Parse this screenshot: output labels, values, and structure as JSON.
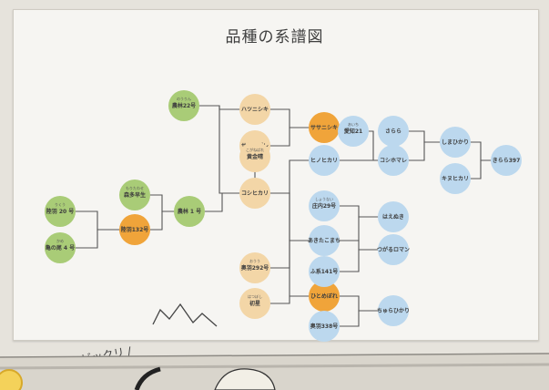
{
  "title": "品種の系譜図",
  "exclaim": "\\ ビックリ /",
  "colors": {
    "green": "#a9cc77",
    "orange": "#f0a43a",
    "peach": "#f3d6a7",
    "blue": "#bcd8ee",
    "line": "#555555"
  },
  "nodes": [
    {
      "label": "陸羽 20 号",
      "ruby": "りくう",
      "color": "green"
    },
    {
      "label": "亀の尾 4 号",
      "ruby": "かめ",
      "color": "green"
    },
    {
      "label": "森多早生",
      "ruby": "もりたわせ",
      "color": "green"
    },
    {
      "label": "陸羽132号",
      "ruby": "",
      "color": "orange"
    },
    {
      "label": "農林 1 号",
      "ruby": "",
      "color": "green"
    },
    {
      "label": "農林22号",
      "ruby": "のうりん",
      "color": "green"
    },
    {
      "label": "ハツニシキ",
      "ruby": "",
      "color": "peach"
    },
    {
      "label": "ササシグレ",
      "ruby": "",
      "color": "peach"
    },
    {
      "label": "ササニシキ",
      "ruby": "",
      "color": "orange"
    },
    {
      "label": "黄金晴",
      "ruby": "こがねばれ",
      "color": "peach"
    },
    {
      "label": "コシヒカリ",
      "ruby": "",
      "color": "peach"
    },
    {
      "label": "奥羽292号",
      "ruby": "おうう",
      "color": "peach"
    },
    {
      "label": "初星",
      "ruby": "はつぼし",
      "color": "peach"
    },
    {
      "label": "ひとめぼれ",
      "ruby": "",
      "color": "orange"
    },
    {
      "label": "奥羽338号",
      "ruby": "",
      "color": "blue"
    },
    {
      "label": "ちゅらひかり",
      "ruby": "",
      "color": "blue"
    },
    {
      "label": "ヒノヒカリ",
      "ruby": "",
      "color": "blue"
    },
    {
      "label": "愛知21",
      "ruby": "あいち",
      "color": "blue"
    },
    {
      "label": "さらら",
      "ruby": "",
      "color": "blue"
    },
    {
      "label": "コシホマレ",
      "ruby": "",
      "color": "blue"
    },
    {
      "label": "しまひかり",
      "ruby": "",
      "color": "blue"
    },
    {
      "label": "キヌヒカリ",
      "ruby": "",
      "color": "blue"
    },
    {
      "label": "きらら397",
      "ruby": "",
      "color": "blue"
    },
    {
      "label": "庄内29号",
      "ruby": "しょうない",
      "color": "blue"
    },
    {
      "label": "あきたこまち",
      "ruby": "",
      "color": "blue"
    },
    {
      "label": "ふ系141号",
      "ruby": "",
      "color": "blue"
    },
    {
      "label": "はえぬき",
      "ruby": "",
      "color": "blue"
    },
    {
      "label": "つがるロマン",
      "ruby": "",
      "color": "blue"
    }
  ],
  "edges": [
    [
      "陸羽 20 号",
      "陸羽132号"
    ],
    [
      "亀の尾 4 号",
      "陸羽132号"
    ],
    [
      "森多早生",
      "農林 1 号"
    ],
    [
      "陸羽132号",
      "農林 1 号"
    ],
    [
      "農林 1 号",
      "コシヒカリ"
    ],
    [
      "農林22号",
      "コシヒカリ"
    ],
    [
      "農林22号",
      "ハツニシキ"
    ],
    [
      "ハツニシキ",
      "ササニシキ"
    ],
    [
      "ササシグレ",
      "ササニシキ"
    ],
    [
      "黄金晴",
      "コシヒカリ"
    ],
    [
      "コシヒカリ",
      "ヒノヒカリ"
    ],
    [
      "コシヒカリ",
      "あきたこまち"
    ],
    [
      "奥羽292号",
      "あきたこまち"
    ],
    [
      "初星",
      "ひとめぼれ"
    ],
    [
      "コシヒカリ",
      "ひとめぼれ"
    ],
    [
      "ひとめぼれ",
      "ちゅらひかり"
    ],
    [
      "奥羽338号",
      "ちゅらひかり"
    ],
    [
      "愛知21",
      "コシホマレ"
    ],
    [
      "ヒノヒカリ",
      "コシホマレ"
    ],
    [
      "さらら",
      "しまひかり"
    ],
    [
      "コシホマレ",
      "しまひかり"
    ],
    [
      "しまひかり",
      "きらら397"
    ],
    [
      "キヌヒカリ",
      "きらら397"
    ],
    [
      "庄内29号",
      "はえぬき"
    ],
    [
      "あきたこまち",
      "はえぬき"
    ],
    [
      "あきたこまち",
      "つがるロマン"
    ],
    [
      "ふ系141号",
      "つがるロマン"
    ]
  ]
}
